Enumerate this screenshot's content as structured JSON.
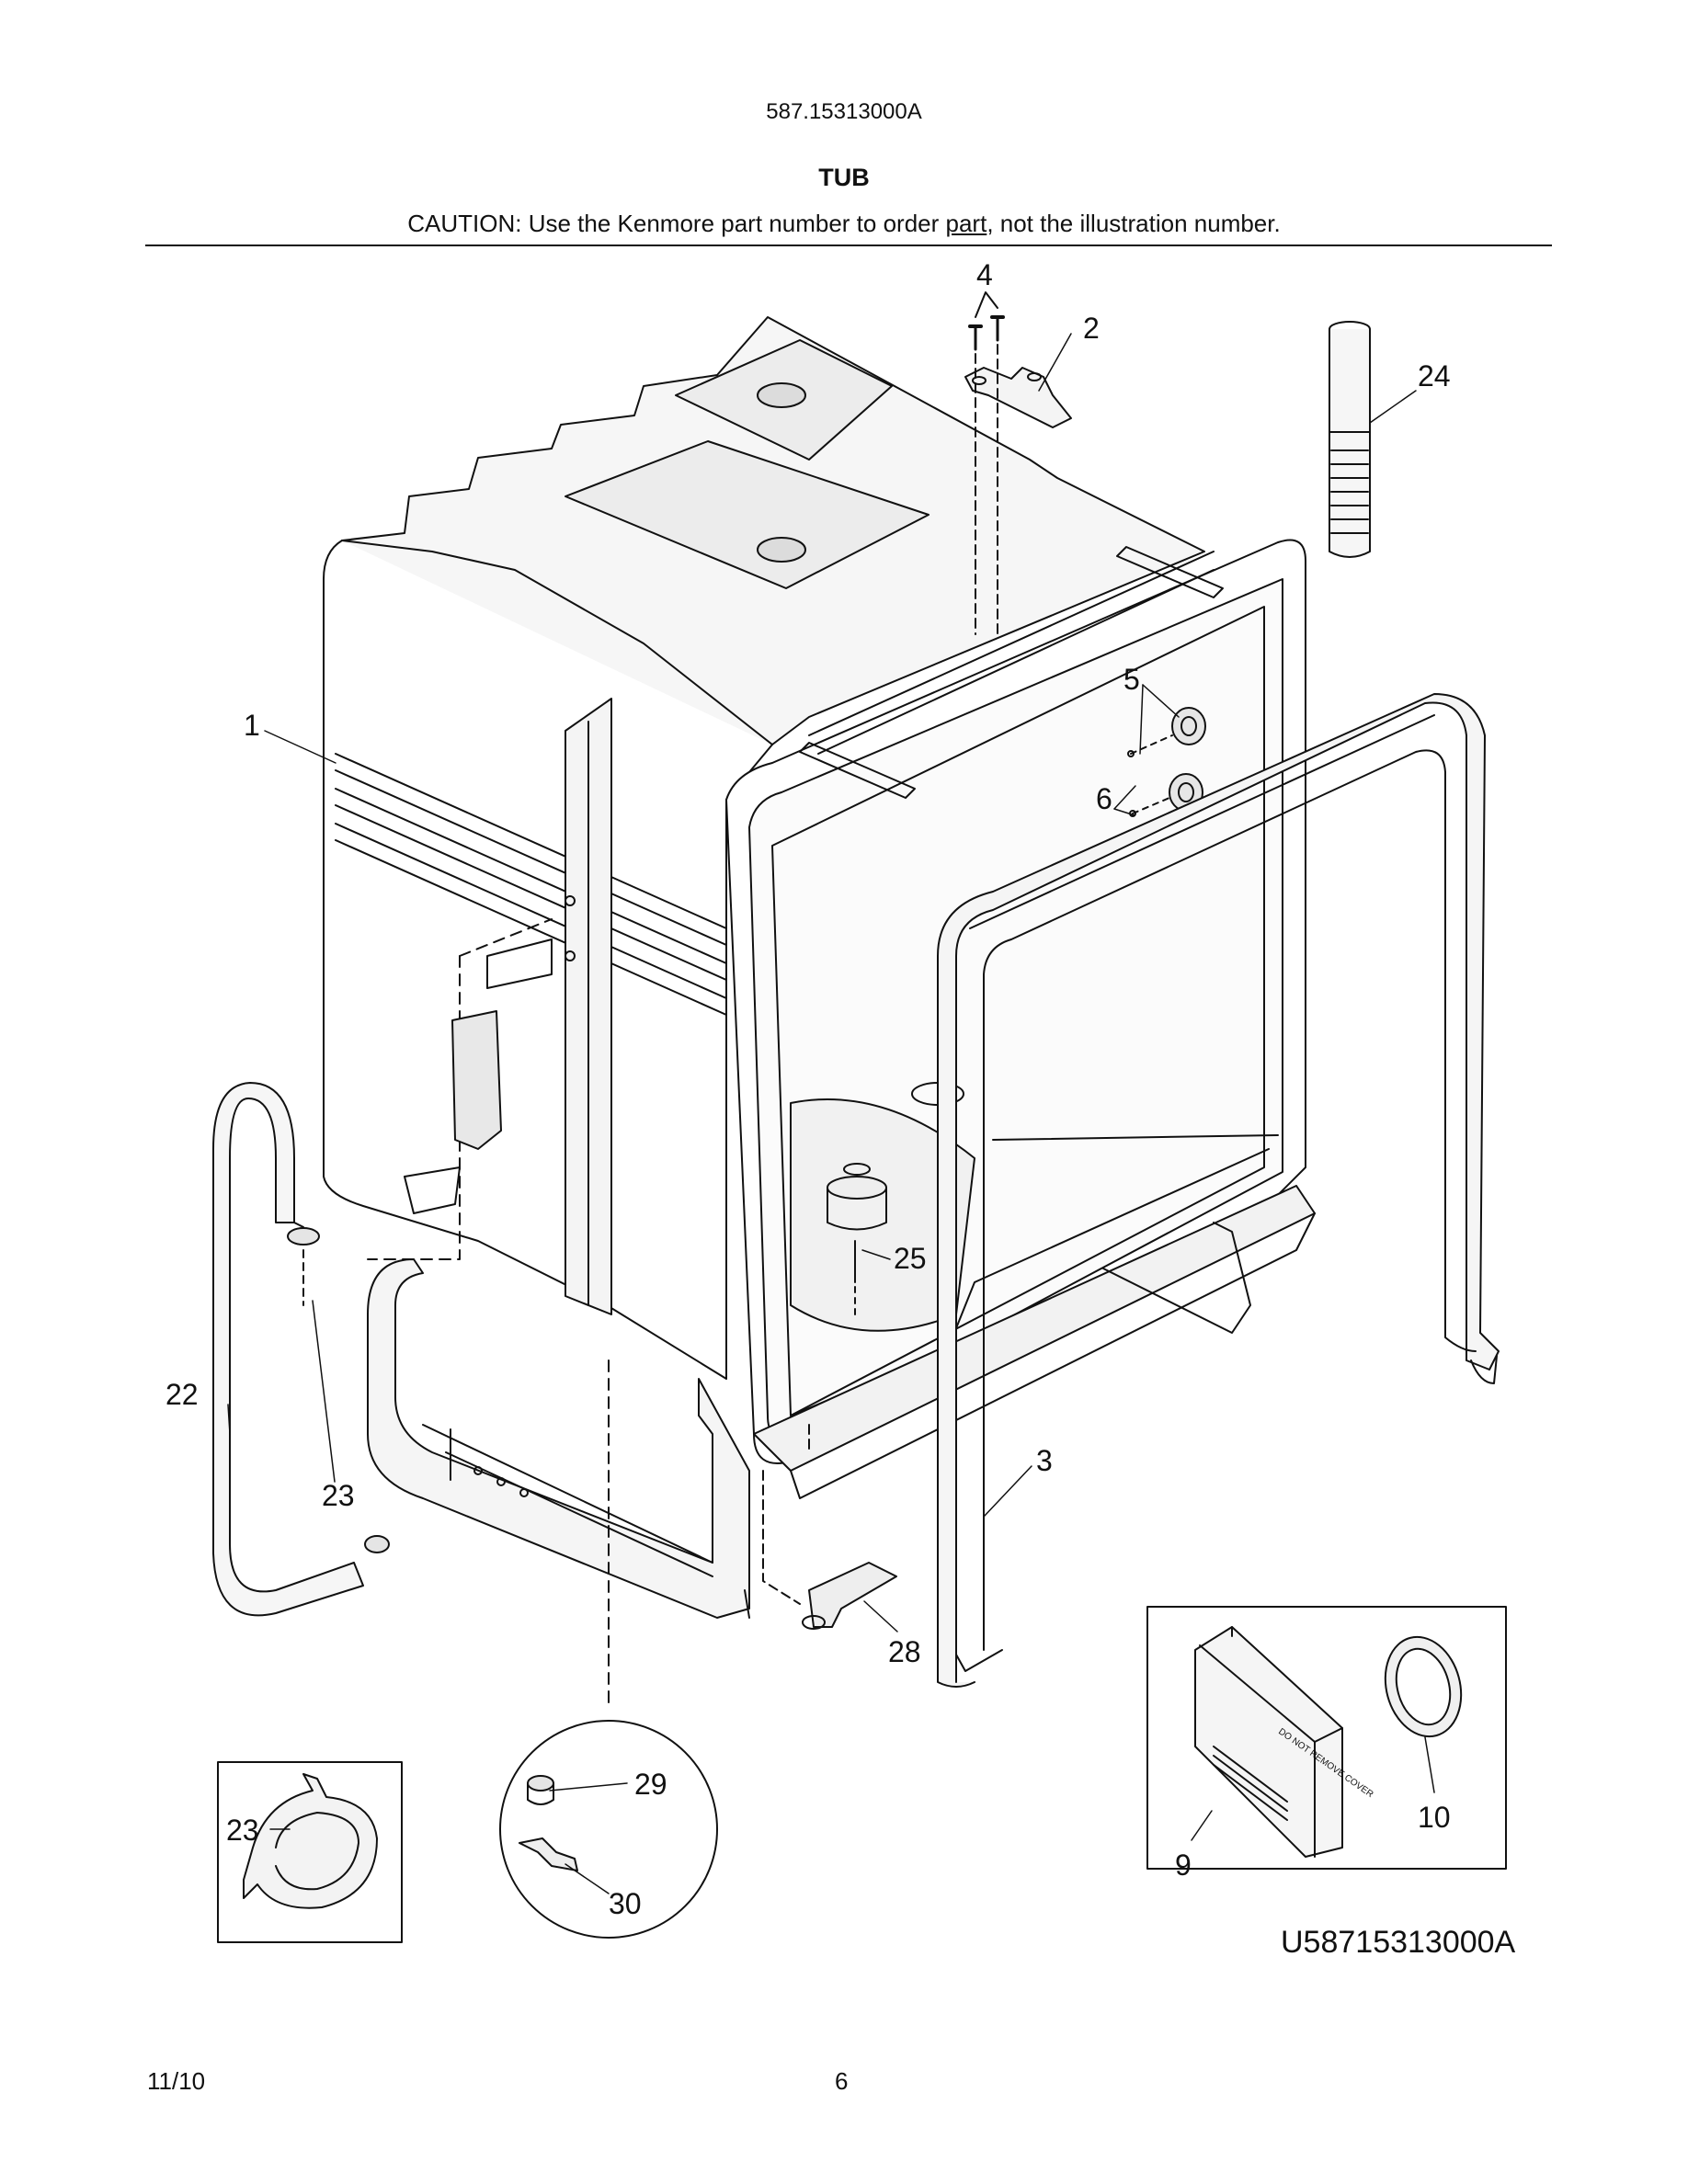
{
  "header": {
    "model_number": "587.15313000A",
    "title": "TUB",
    "caution_prefix": "CAUTION: Use the Kenmore part number to order ",
    "caution_underlined": "part",
    "caution_suffix": ", not the illustration number."
  },
  "callouts": [
    "1",
    "2",
    "3",
    "4",
    "5",
    "6",
    "9",
    "10",
    "22",
    "23",
    "23",
    "24",
    "25",
    "28",
    "29",
    "30"
  ],
  "inset_label": "DO NOT REMOVE COVER",
  "drawing_id": "U58715313000A",
  "footer": {
    "date": "11/10",
    "page": "6"
  }
}
